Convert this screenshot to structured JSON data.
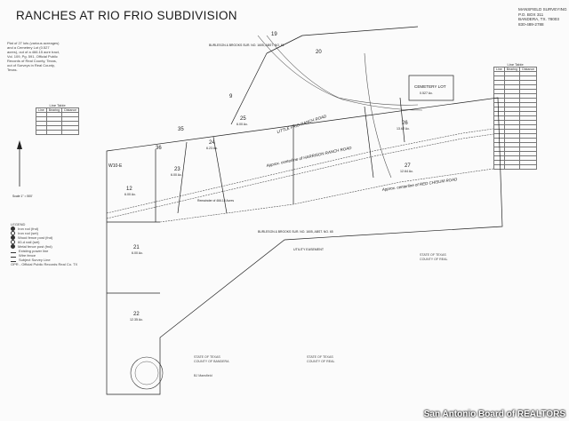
{
  "title": "RANCHES AT RIO FRIO SUBDIVISION",
  "surveyor": {
    "name": "MANSFIELD SURVEYING",
    "po_box": "P.O. BOX 311",
    "city": "BANDERA, TX. 78003",
    "phone": "830-489-2788"
  },
  "plat_note": "Plat of 27 lots (various acreages) and a Cemetery Lot (0.527 acres), out of a 466.15 acre tract, Vol. 109, Pg. 591, Official Public Records of Real County, Texas, out of Surveys in Real County, Texas.",
  "tables": {
    "left": {
      "caption": "Line Table",
      "headers": [
        "Line",
        "Bearing",
        "Distance"
      ]
    },
    "right": {
      "caption": "Line Table",
      "headers": [
        "Line",
        "Bearing",
        "Distance"
      ]
    }
  },
  "lots": [
    {
      "num": "9"
    },
    {
      "num": "19"
    },
    {
      "num": "20"
    },
    {
      "num": "21"
    },
    {
      "num": "22"
    },
    {
      "num": "23"
    },
    {
      "num": "24"
    },
    {
      "num": "25"
    },
    {
      "num": "26"
    },
    {
      "num": "27"
    },
    {
      "num": "12"
    },
    {
      "num": "35"
    },
    {
      "num": "36"
    }
  ],
  "lot_acres": {
    "lot12": "6.00 Ac.",
    "lot21": "6.00 Ac.",
    "lot22": "12.35 Ac.",
    "lot23": "6.00 Ac.",
    "lot24": "6.23 Ac.",
    "lot25": "6.00 Ac.",
    "lot26": "13.62 Ac.",
    "lot27": "12.64 Ac.",
    "cemetery": "0.527 Ac."
  },
  "labels": {
    "cemetery_lot": "CEMETERY LOT",
    "road_harrison": "Approx. centerline of HARRISON RANCH ROAD",
    "road_chisum": "Approx. centerline of RED CHISUM ROAD",
    "road_little_frio": "LITTLE FRIO RANCH ROAD",
    "w10e": "W10-E",
    "survey_top": "BURLESON & BROOKS SUR. NO. 1605, ABST. NO. 61",
    "survey_bottom": "BURLESON & BROOKS SUR. NO. 1605, ABST. NO. 65",
    "remainder": "Remainder of 466.15 Acres",
    "scale": "Scale 1\" = 500'"
  },
  "legend": {
    "title": "LEGEND",
    "items": [
      "Iron rod (fnd)",
      "Iron rod (set)",
      "Wood fence post (fnd)",
      "60-d nail (set)",
      "Metal fence post (fnd)",
      "Existing power line",
      "Wire fence",
      "Subject Survey Line"
    ],
    "opr": "OPR - Official Public Records Real Co. TX"
  },
  "utility_easement": "UTILITY EASEMENT",
  "state_texas": "STATE OF TEXAS",
  "county_real": "COUNTY OF REAL",
  "county_bandera": "COUNTY OF BANDERA",
  "signature_surveyor": "BJ Mansfield",
  "watermark": "San Antonio Board of REALTORS",
  "colors": {
    "line": "#444444",
    "road": "#555555",
    "boundary": "#222222"
  }
}
